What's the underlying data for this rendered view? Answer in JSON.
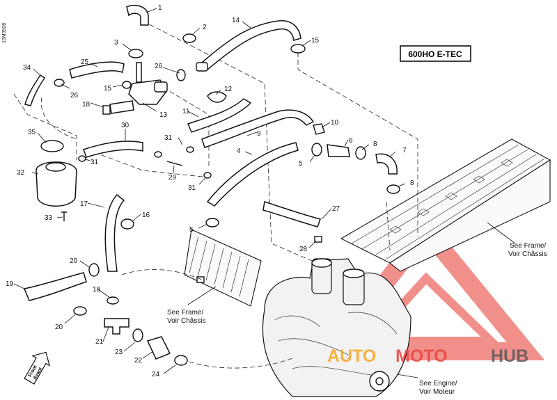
{
  "model": "600HO E-TEC",
  "side_code": "10M0928",
  "notes": {
    "see_frame_1": [
      "See Frame/",
      "Voir Châssis"
    ],
    "see_frame_2": [
      "See Frame/",
      "Voir Châssis"
    ],
    "see_engine": [
      "See Engine/",
      "Voir Moteur"
    ]
  },
  "front_arrow": [
    "Front",
    "Avant"
  ],
  "watermark": {
    "auto": "AUTO",
    "moto": "MOTO",
    "hub": "HUB",
    "colors": {
      "auto": "#f5a623",
      "moto": "#e8463e",
      "hub": "#5a5a5a",
      "triangle": "#e8463e"
    }
  },
  "callouts": [
    "1",
    "2",
    "3",
    "14",
    "15",
    "25",
    "34",
    "26",
    "15",
    "26",
    "12",
    "18",
    "13",
    "11",
    "10",
    "9",
    "35",
    "30",
    "31",
    "6",
    "8",
    "7",
    "4",
    "32",
    "31",
    "29",
    "31",
    "5",
    "8",
    "17",
    "16",
    "33",
    "27",
    "5",
    "28",
    "20",
    "19",
    "18",
    "20",
    "21",
    "23",
    "22",
    "24"
  ]
}
